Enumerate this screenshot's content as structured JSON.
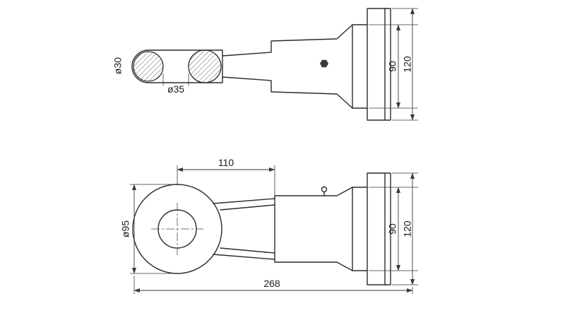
{
  "colors": {
    "line": "#2b2b2b",
    "dimension": "#3a3a3a",
    "hatch": "#666666",
    "background": "#ffffff"
  },
  "side_view": {
    "dim_ring_section_diameter": "ø30",
    "dim_ring_hole_diameter": "ø35",
    "dim_flange_inner_height": "90",
    "dim_flange_outer_height": "120"
  },
  "plan_view": {
    "dim_center_to_shoulder": "110",
    "dim_eye_outer_diameter": "ø95",
    "dim_flange_inner_height": "90",
    "dim_flange_outer_height": "120",
    "dim_overall_length": "268"
  }
}
